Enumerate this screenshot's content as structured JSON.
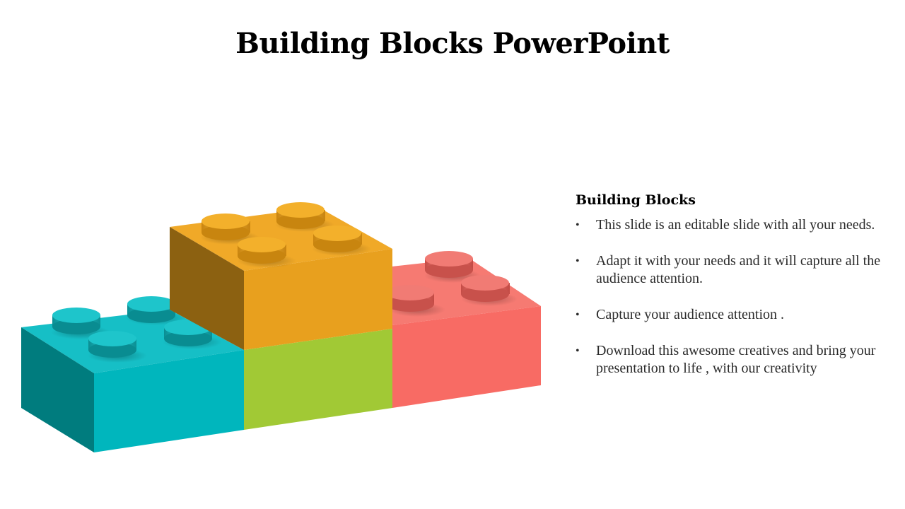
{
  "slide": {
    "title": "Building Blocks PowerPoint"
  },
  "text_panel": {
    "heading": "Building Blocks",
    "bullets": [
      "This slide is an editable slide with all your needs.",
      "Adapt it with your needs and it will capture all the audience attention.",
      "Capture your audience attention .",
      "Download this awesome creatives and bring your presentation to life , with our creativity"
    ]
  },
  "blocks": [
    {
      "name": "teal-brick",
      "colors": {
        "top": "#16BFC6",
        "front": "#00B6BD",
        "side": "#007C7E"
      }
    },
    {
      "name": "green-brick",
      "colors": {
        "front": "#A1C935"
      }
    },
    {
      "name": "coral-brick",
      "colors": {
        "top": "#F67A72",
        "front": "#F86B64",
        "side": "#D9554F"
      }
    },
    {
      "name": "orange-brick",
      "colors": {
        "top": "#F0A928",
        "front": "#E8A01E",
        "side": "#8C6111"
      }
    }
  ]
}
